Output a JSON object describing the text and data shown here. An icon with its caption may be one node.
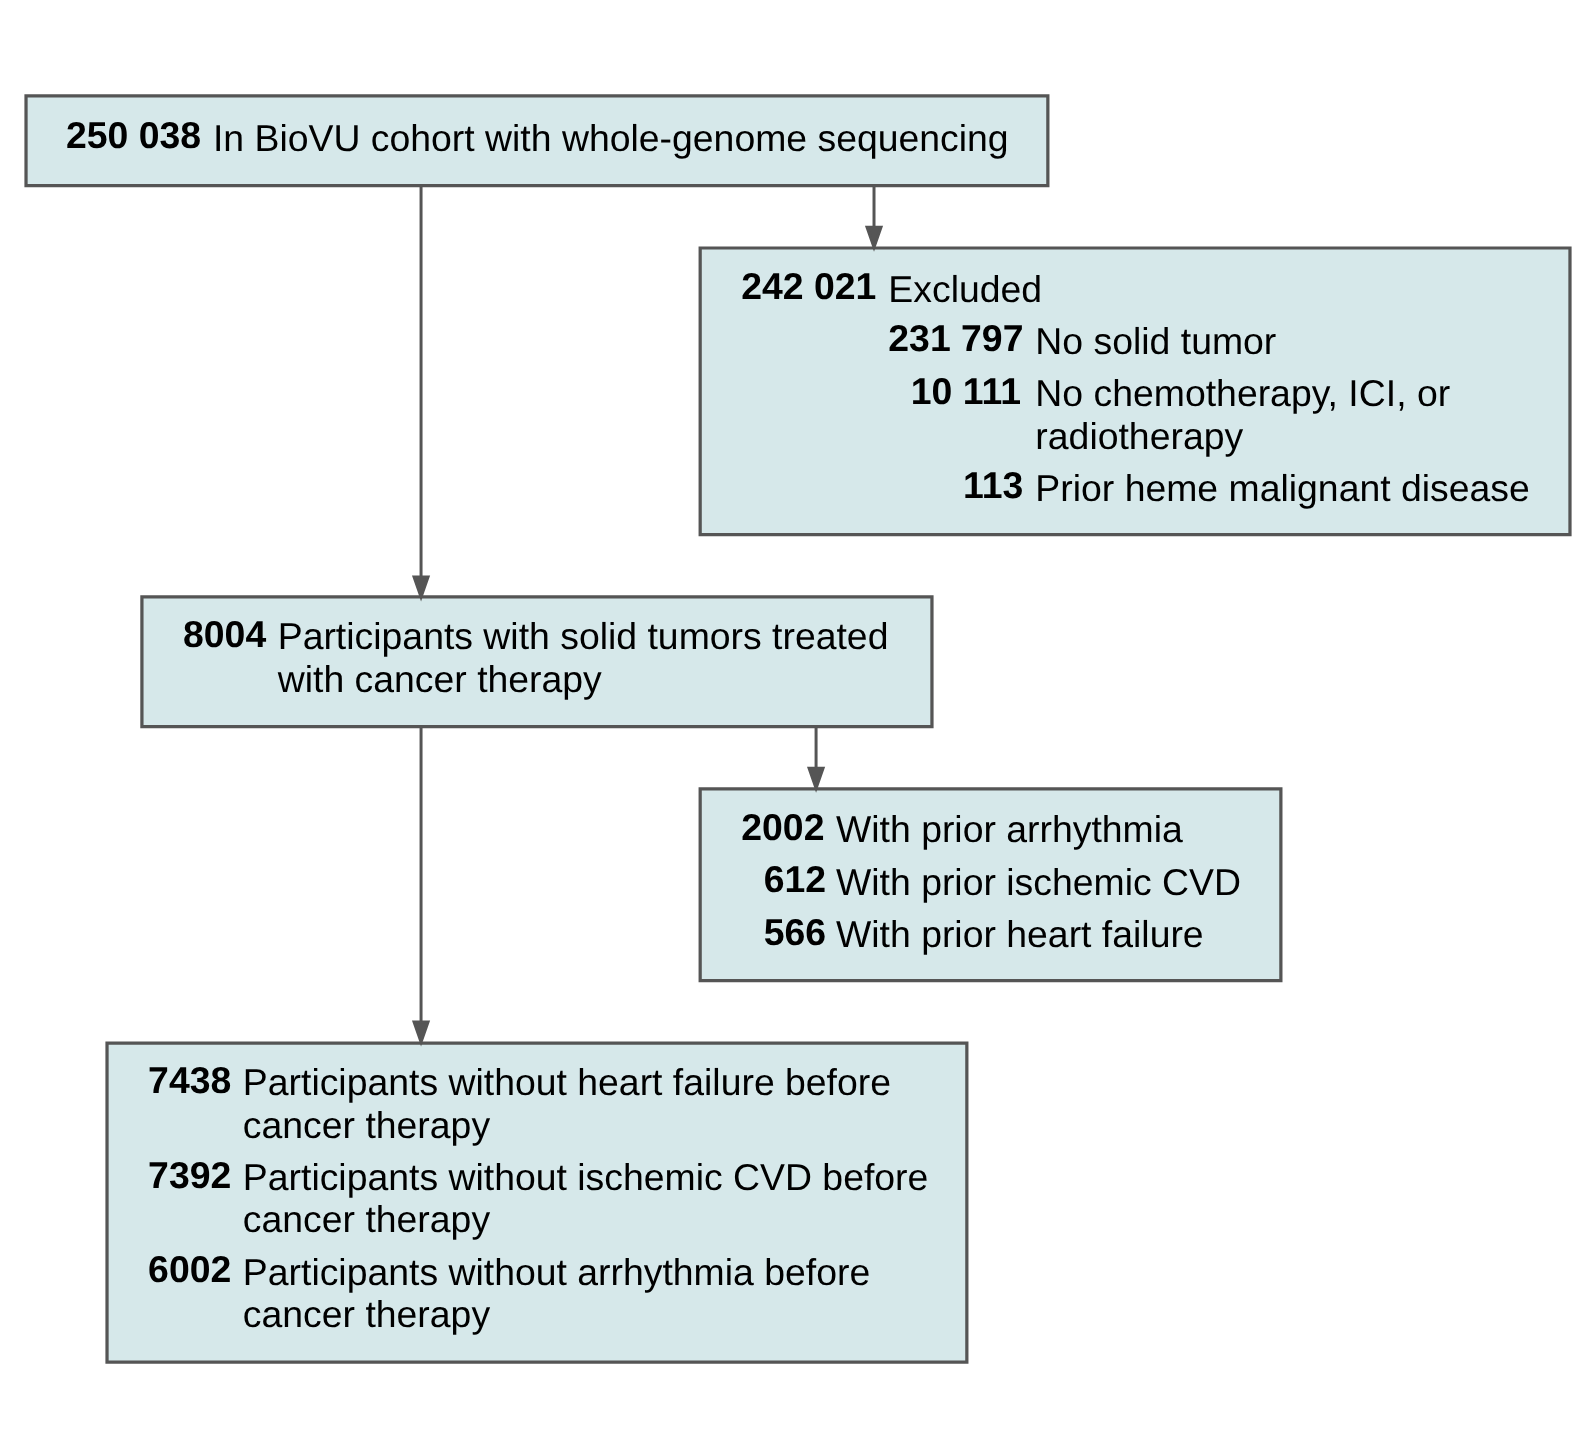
{
  "diagram": {
    "nodes": [
      {
        "text": [
          "250 038",
          "In BioVU cohort with whole-genome sequencing"
        ]
      },
      {
        "text": [
          "242 021",
          "Excluded",
          "231 797",
          "No solid tumor",
          "10 111",
          "No chemotherapy, ICI, or radiotherapy",
          "113",
          "Prior heme malignant disease"
        ]
      },
      {
        "text": [
          "8004",
          "Participants with solid tumors treated with cancer therapy"
        ]
      },
      {
        "text": [
          "2002",
          "With prior arrhythmia",
          "612",
          "With prior ischemic CVD",
          "566",
          "With prior heart failure"
        ]
      },
      {
        "text": [
          "7438",
          "Participants without heart failure before cancer therapy",
          "7392",
          "Participants without ischemic CVD before cancer therapy",
          "6002",
          "Participants without arrhythmia before cancer therapy"
        ]
      }
    ],
    "edges": [
      {
        "from": 0,
        "to": 2,
        "arrow": "to"
      },
      {
        "from": 0,
        "to": 1,
        "arrow": "to"
      },
      {
        "from": 2,
        "to": 4,
        "arrow": "to"
      },
      {
        "from": 2,
        "to": 3,
        "arrow": "to"
      }
    ]
  }
}
